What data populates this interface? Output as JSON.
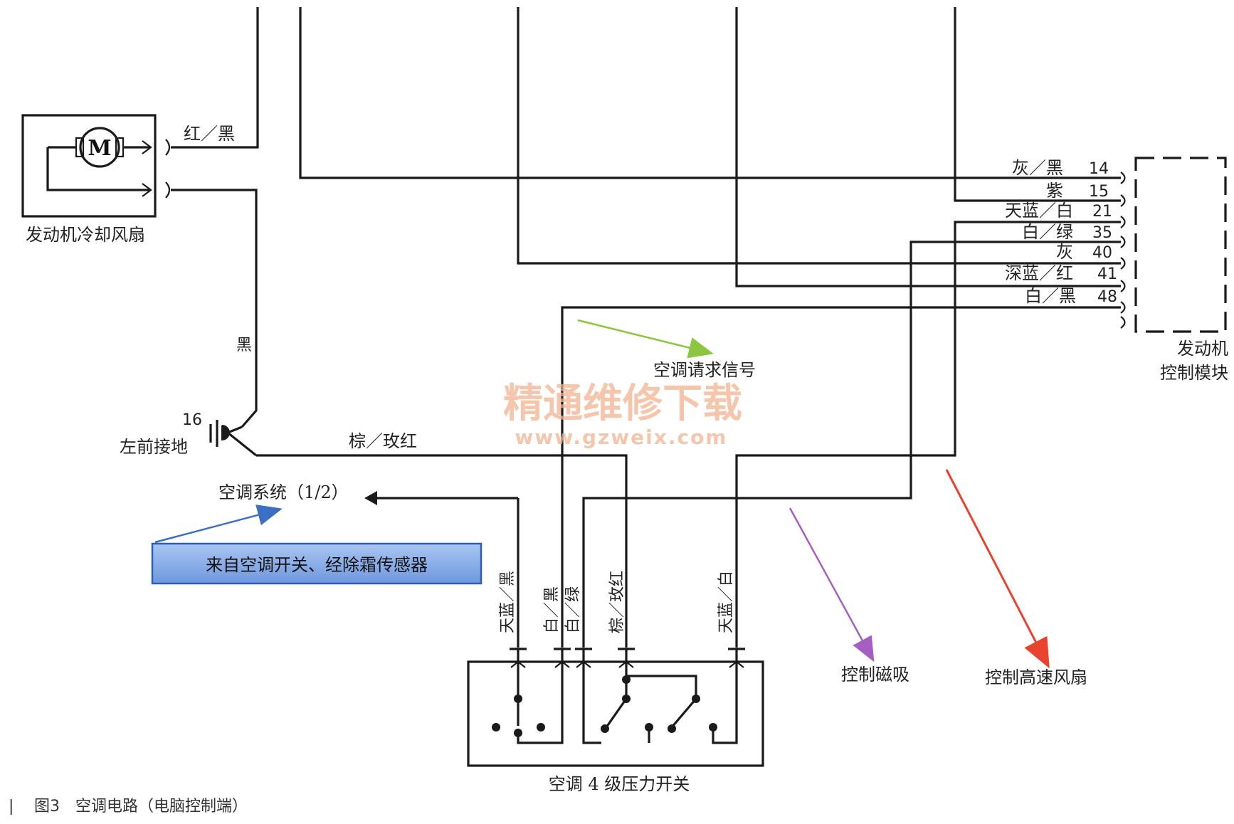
{
  "motor": {
    "label": "发动机冷却风扇",
    "symbol": "M",
    "wire_top": "红／黑",
    "wire_down": "黑"
  },
  "ground": {
    "pin": "16",
    "label": "左前接地"
  },
  "ecm": {
    "label_line1": "发动机",
    "label_line2": "控制模块",
    "pins": [
      {
        "color": "灰／黑",
        "num": "14"
      },
      {
        "color": "紫",
        "num": "15"
      },
      {
        "color": "天蓝／白",
        "num": "21"
      },
      {
        "color": "白／绿",
        "num": "35"
      },
      {
        "color": "灰",
        "num": "40"
      },
      {
        "color": "深蓝／红",
        "num": "41"
      },
      {
        "color": "白／黑",
        "num": "48"
      }
    ]
  },
  "wires": {
    "brown_pink": "棕／玫红"
  },
  "ac_system": {
    "label": "空调系统（1/2）"
  },
  "info_box": {
    "text": "来自空调开关、经除霜传感器"
  },
  "switch": {
    "label": "空调 4 级压力开关",
    "wire_labels": [
      "天蓝／黑",
      "白／黑",
      "白／绿",
      "棕／玫红",
      "天蓝／白"
    ]
  },
  "annotations": {
    "ac_request": "空调请求信号",
    "clutch": "控制磁吸",
    "high_fan": "控制高速风扇"
  },
  "watermark": {
    "line1": "精通维修下载",
    "line2": "www.gzweix.com"
  },
  "caption": {
    "marker": "|",
    "text": "图3　空调电路（电脑控制端）"
  },
  "colors": {
    "wire": "#1a1a1a",
    "arrow_green": "#8cc63f",
    "arrow_blue": "#3a6fc4",
    "arrow_purple": "#a55fc2",
    "arrow_red": "#e8432e",
    "info_box_fill": "#7fa6e6",
    "info_box_border": "#2d5fb5",
    "watermark": "#f2b38f"
  }
}
